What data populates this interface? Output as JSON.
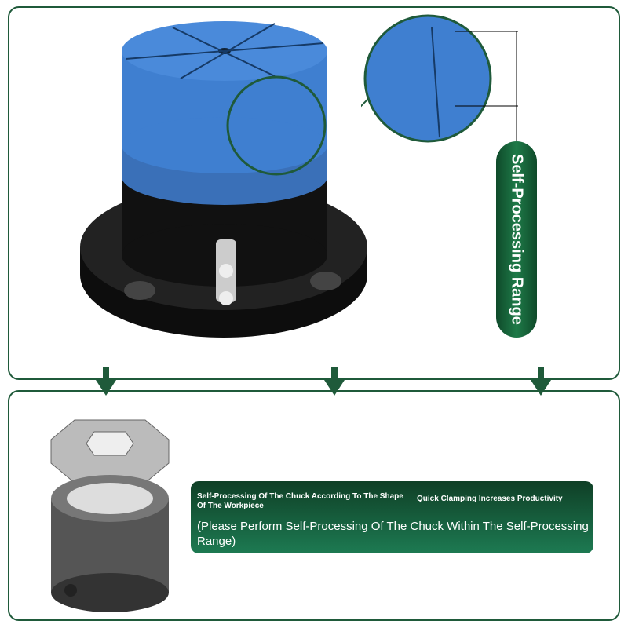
{
  "callout": {
    "range_label": "Self-Processing Range"
  },
  "banner": {
    "feature_1": "Self-Processing Of The Chuck According To The Shape Of The Workpiece",
    "feature_2": "Quick Clamping Increases Productivity",
    "note": "(Please Perform Self-Processing Of The Chuck Within The Self-Processing Range)"
  },
  "colors": {
    "accent": "#1f5a3a",
    "jaw": "#3a78c8",
    "body": "#111111"
  }
}
